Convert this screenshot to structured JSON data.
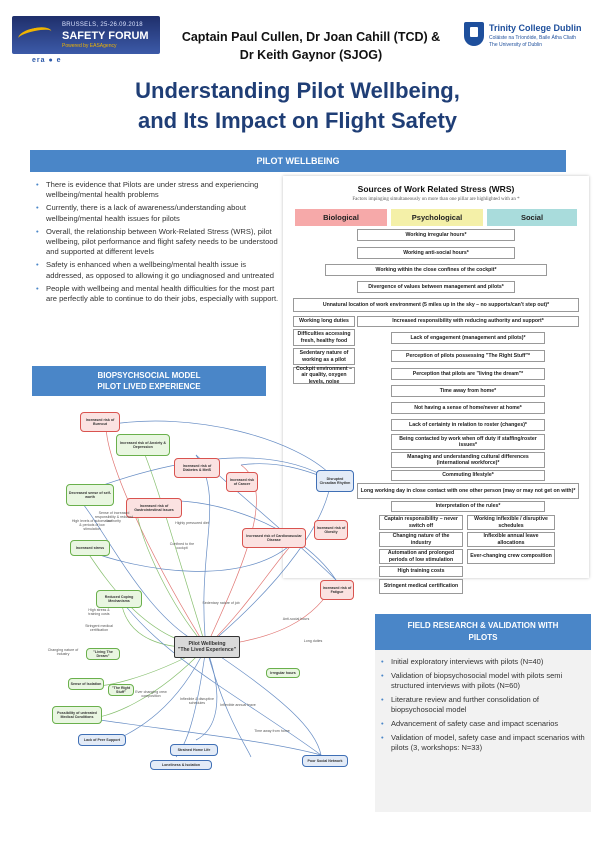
{
  "header": {
    "forum_logo": {
      "line1": "BRUSSELS, 25-26.09.2018",
      "line2": "SAFETY FORUM",
      "line3": "Powered by EASAgency"
    },
    "sponsors": "era ● e",
    "authors_line1": "Captain Paul Cullen, Dr Joan Cahill (TCD) &",
    "authors_line2": "Dr Keith Gaynor (SJOG)",
    "tcd": {
      "name": "Trinity College Dublin",
      "irish": "Coláiste na Tríonóide, Baile Átha Cliath",
      "sub": "The University of Dublin"
    }
  },
  "title_line1": "Understanding Pilot Wellbeing,",
  "title_line2": "and Its Impact on Flight Safety",
  "pilot_wellbeing": {
    "heading": "PILOT WELLBEING",
    "bullets": [
      "There is evidence that Pilots are under stress and experiencing wellbeing/mental health problems",
      "Currently, there is a lack of awareness/understanding about wellbeing/mental health issues for pilots",
      "Overall, the relationship between Work-Related Stress (WRS), pilot wellbeing, pilot performance and flight safety needs to be understood and supported at different levels",
      "Safety is enhanced when a wellbeing/mental health issue is addressed, as opposed to allowing it go undiagnosed and untreated",
      "People with wellbeing and mental health difficulties for the most part are perfectly able to continue to do their jobs, especially with support."
    ]
  },
  "wrs": {
    "title": "Sources of Work Related Stress (WRS)",
    "subtitle": "Factors impinging simultaneously on more than one pillar are highlighted with an *",
    "categories": [
      "Biological",
      "Psychological",
      "Social"
    ],
    "colors": {
      "biological": "#f6a9a9",
      "psychological": "#f4f0a8",
      "social": "#a9dcdc"
    },
    "cells": [
      "Working irregular hours*",
      "Working anti-social hours*",
      "Working within the close confines of the cockpit*",
      "Divergence of values between management and pilots*",
      "Unnatural location of work environment (5 miles up in the sky – no supports/can't step out)*",
      "Working long duties",
      "Increased responsibility with reducing authority and support*",
      "Difficulties accessing fresh, healthy food",
      "Lack of engagement (management and pilots)*",
      "Sedentary nature of working as a pilot",
      "Perception of pilots possessing \"The Right Stuff\"*",
      "Cockpit environment – air quality, oxygen levels, noise",
      "Perception that pilots are \"living the dream\"*",
      "Time away from home*",
      "Not having a sense of home/never at home*",
      "Lack of certainty in relation to roster (changes)*",
      "Being contacted by work when off duty if staffing/roster issues*",
      "Managing and understanding cultural differences (international workforce)*",
      "Commuting lifestyle*",
      "Long working day in close contact with one other person (may or may not get on with)*",
      "Interpretation of the rules*",
      "Captain responsibility – never switch off",
      "Working inflexible / disruptive schedules",
      "Changing nature of the industry",
      "Inflexible annual leave allocations",
      "Automation and prolonged periods of low stimulation",
      "Ever-changing crew composition",
      "High training costs",
      "Stringent medical certification"
    ]
  },
  "model": {
    "heading_line1": "BIOPSYCHSOCIAL MODEL",
    "heading_line2": "PILOT LIVED EXPERIENCE",
    "center_line1": "Pilot Wellbeing",
    "center_line2": "\"The Lived Experience\"",
    "nodes": [
      "Increased risk of Burnout",
      "Increased risk of Anxiety & Depression",
      "Increased risk of Diabetes & MetS",
      "Decreased sense of self-worth",
      "Increased risk of Cancer",
      "Disrupted Circadian Rhythm",
      "Increased risk of Gastrointestinal Issues",
      "Increased risk of Cardiovascular Disease",
      "Increased risk of Obesity",
      "Increased stress",
      "Increased risk of Fatigue",
      "Reduced Coping Mechanisms",
      "Sense of Isolation",
      "Possibility of untreated Medical Conditions",
      "Lack of Peer Support",
      "Strained Home Life",
      "Loneliness & Isolation",
      "Poor Social Network",
      "Sense of increased responsibility & reduced authority",
      "High levels of automation & periods of low stimulation",
      "Highly pressured diet",
      "Confined to the cockpit",
      "Sedentary nature of job",
      "Anti-social hours",
      "High stress & training costs",
      "Stringent medical certification",
      "Changing nature of Industry",
      "\"Living The Dream\"",
      "\"The Right Stuff\"",
      "Ever changing crew composition",
      "Inflexible & disruptive schedules",
      "Inflexible annual leave",
      "Long duties",
      "Irregular hours",
      "Time away from home"
    ]
  },
  "field_research": {
    "heading_line1": "FIELD RESEARCH & VALIDATION WITH",
    "heading_line2": "PILOTS",
    "bullets": [
      "Initial exploratory interviews with pilots (N=40)",
      "Validation of biopsychosocial model with pilots semi structured interviews with pilots (N=60)",
      "Literature review and further consolidation of biopsychosocial model",
      "Advancement of safety case and impact scenarios",
      "Validation of model, safety case and impact scenarios with pilots (3, workshops: N=33)"
    ]
  }
}
